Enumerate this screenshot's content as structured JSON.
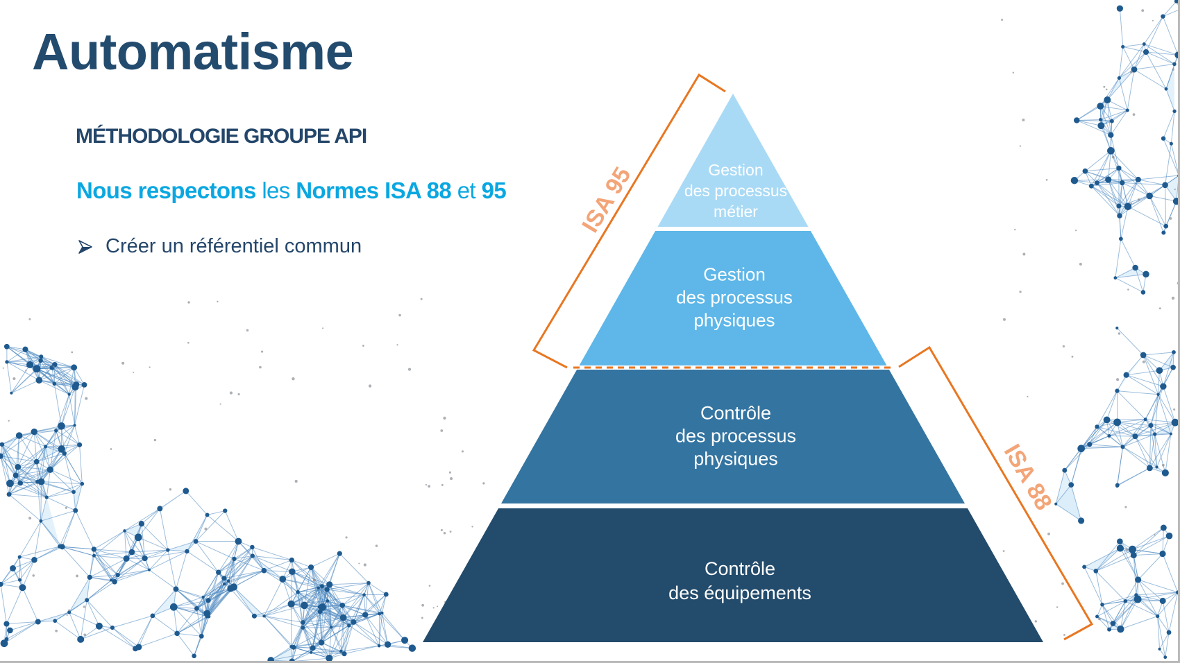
{
  "slide": {
    "title": "Automatisme",
    "subtitle": "MÉTHODOLOGIE GROUPE API",
    "norms_line": {
      "part1": "Nous respectons",
      "part2": " les ",
      "part3": "Normes ISA 88",
      "part4": " et ",
      "part5": "95"
    },
    "bullets": [
      {
        "icon": "arrow-bullet-icon",
        "text": "Créer un référentiel commun"
      }
    ]
  },
  "pyramid": {
    "tiers": [
      {
        "lines": [
          "Gestion",
          "des processus",
          "métier"
        ],
        "color": "#a9daf5",
        "text_color": "#ffffff"
      },
      {
        "lines": [
          "Gestion",
          "des processus",
          "physiques"
        ],
        "color": "#5eb7e8",
        "text_color": "#ffffff"
      },
      {
        "lines": [
          "Contrôle",
          "des processus",
          "physiques"
        ],
        "color": "#3474a0",
        "text_color": "#ffffff"
      },
      {
        "lines": [
          "Contrôle",
          "des équipements"
        ],
        "color": "#234b6b",
        "text_color": "#ffffff"
      }
    ],
    "brackets": [
      {
        "label": "ISA 95",
        "covers_tiers": [
          1,
          2
        ],
        "side": "left"
      },
      {
        "label": "ISA 88",
        "covers_tiers": [
          3,
          4
        ],
        "side": "right"
      }
    ],
    "separator": "dashed line between tier 2 and tier 3"
  },
  "colors": {
    "title": "#234b6e",
    "accent_blue": "#0aa7e1",
    "bracket_orange": "#e87722",
    "bracket_label_orange": "#f3a578",
    "network_node": "#1f5a8f",
    "network_fill": "#d9ecf9"
  }
}
